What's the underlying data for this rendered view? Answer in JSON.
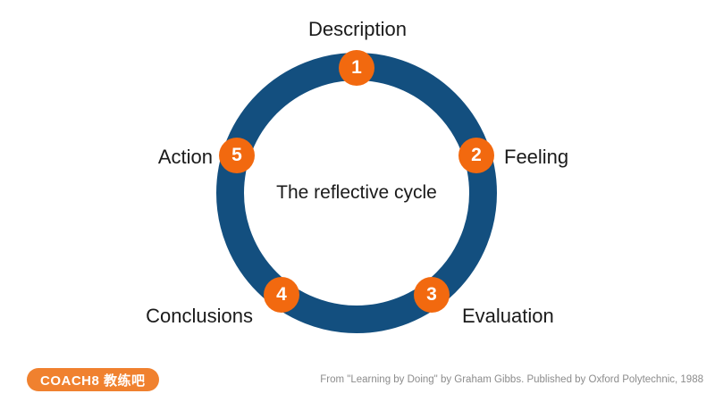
{
  "title": "The reflective cycle",
  "colors": {
    "ring_blue": "#134F7F",
    "node_orange": "#F2690F",
    "logo_orange": "#F0812F",
    "label_black": "#1a1a1a",
    "attribution_gray": "#8C8C8C"
  },
  "cycle": {
    "center_label": "The reflective cycle",
    "steps": [
      {
        "number": "1",
        "label": "Description"
      },
      {
        "number": "2",
        "label": "Feeling"
      },
      {
        "number": "3",
        "label": "Evaluation"
      },
      {
        "number": "4",
        "label": "Conclusions"
      },
      {
        "number": "5",
        "label": "Action"
      }
    ]
  },
  "footer": {
    "logo_text": "COACH8 教练吧",
    "attribution": "From \"Learning by Doing\" by Graham Gibbs. Published by Oxford Polytechnic, 1988"
  }
}
